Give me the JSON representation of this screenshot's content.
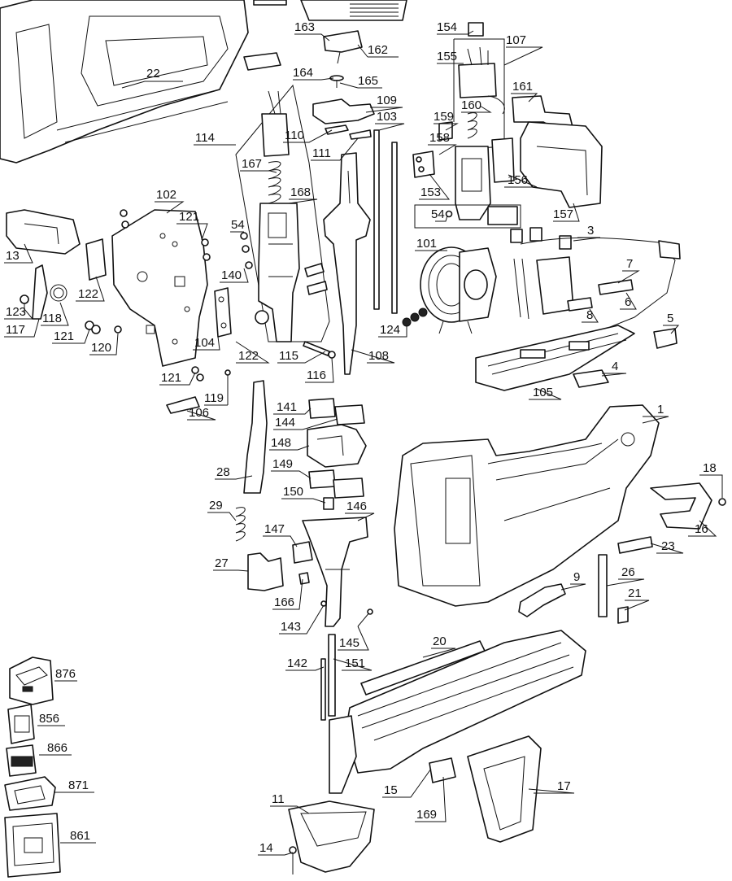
{
  "labels": {
    "p22": "22",
    "p163": "163",
    "p162": "162",
    "p164": "164",
    "p165": "165",
    "p154": "154",
    "p107": "107",
    "p155": "155",
    "p161": "161",
    "p109": "109",
    "p103": "103",
    "p159": "159",
    "p160": "160",
    "p158": "158",
    "p110": "110",
    "p111": "111",
    "p114": "114",
    "p167": "167",
    "p168": "168",
    "p153": "153",
    "p156": "156",
    "p157": "157",
    "p54a": "54",
    "p102": "102",
    "p121a": "121",
    "p13": "13",
    "p54b": "54",
    "p3": "3",
    "p101": "101",
    "p7": "7",
    "p122a": "122",
    "p140": "140",
    "p6": "6",
    "p123": "123",
    "p118": "118",
    "p8": "8",
    "p5": "5",
    "p117": "117",
    "p124": "124",
    "p121b": "121",
    "p120": "120",
    "p104": "104",
    "p122b": "122",
    "p115": "115",
    "p108": "108",
    "p116": "116",
    "p4": "4",
    "p121c": "121",
    "p119": "119",
    "p105": "105",
    "p106": "106",
    "p141": "141",
    "p1": "1",
    "p144": "144",
    "p148": "148",
    "p28": "28",
    "p149": "149",
    "p18": "18",
    "p150": "150",
    "p29": "29",
    "p146": "146",
    "p16": "16",
    "p147": "147",
    "p23": "23",
    "p27": "27",
    "p9": "9",
    "p26": "26",
    "p166": "166",
    "p21": "21",
    "p143": "143",
    "p145": "145",
    "p20": "20",
    "p876": "876",
    "p142": "142",
    "p151": "151",
    "p856": "856",
    "p866": "866",
    "p871": "871",
    "p15": "15",
    "p17": "17",
    "p169": "169",
    "p11": "11",
    "p861": "861",
    "p14": "14"
  }
}
